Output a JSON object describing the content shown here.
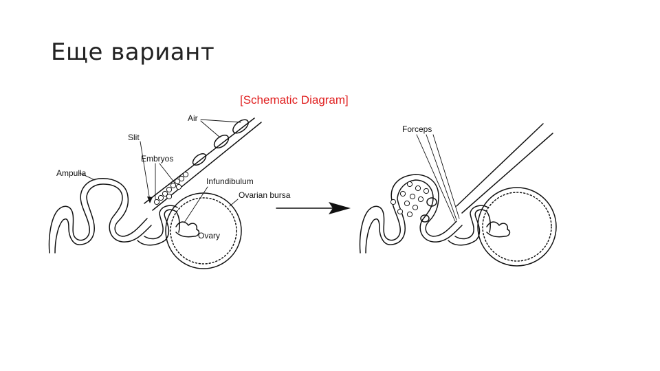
{
  "slide": {
    "title": "Еще вариант"
  },
  "diagram": {
    "caption": "[Schematic Diagram]",
    "caption_color": "#e02020",
    "ink_color": "#111111",
    "labels": {
      "air": "Air",
      "slit": "Slit",
      "embryos": "Embryos",
      "ampulla": "Ampulla",
      "infundibulum": "Infundibulum",
      "ovarian_bursa": "Ovarian bursa",
      "ovary": "Ovary",
      "forceps": "Forceps"
    }
  }
}
